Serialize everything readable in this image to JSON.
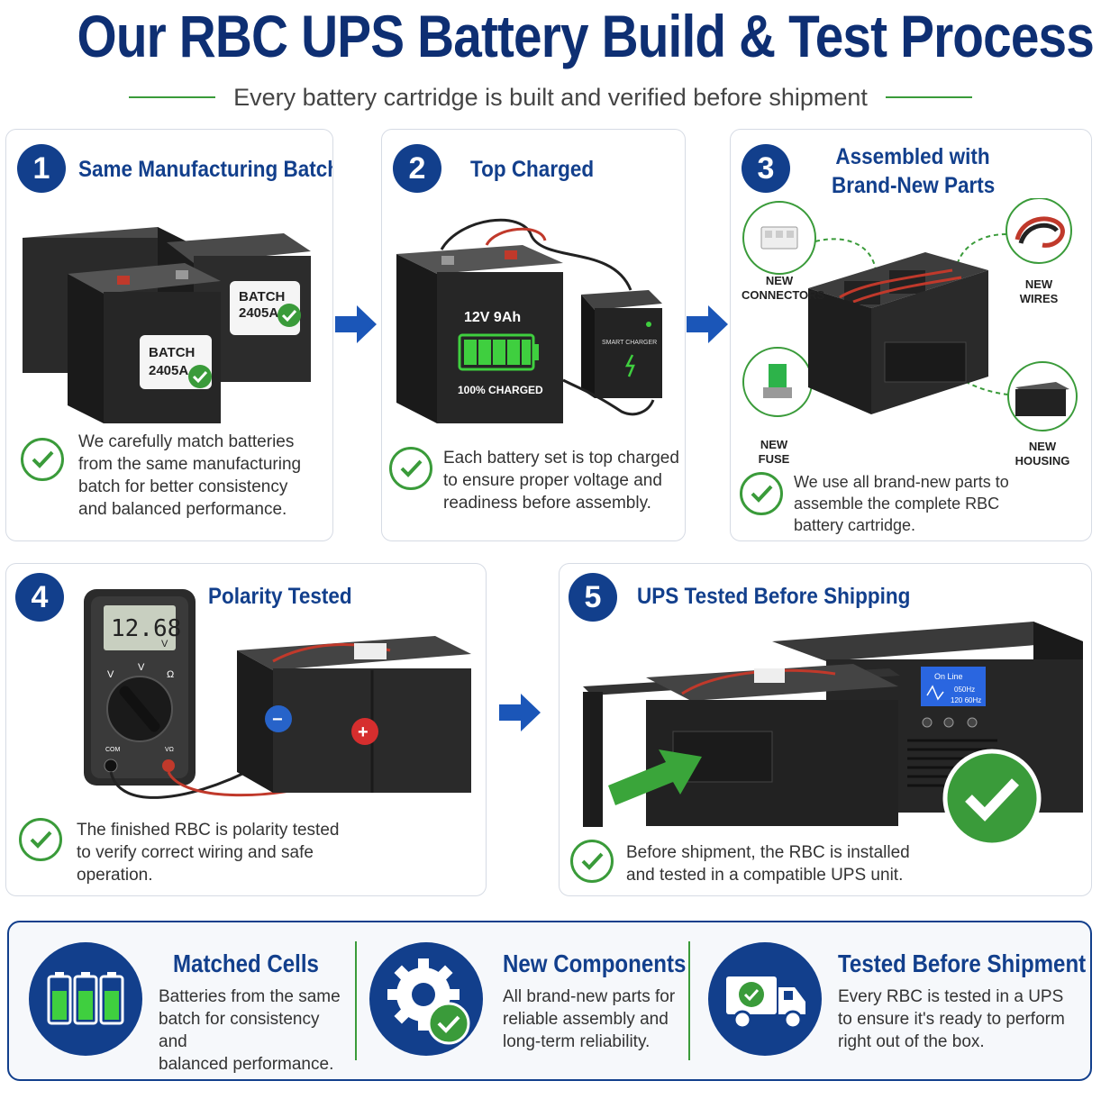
{
  "header": {
    "title": "Our RBC UPS Battery Build & Test Process",
    "subtitle": "Every battery cartridge is built and verified before shipment"
  },
  "steps": [
    {
      "number": "1",
      "title": "Same Manufacturing Batch",
      "batch_label_1": "BATCH",
      "batch_code_1": "2405A",
      "batch_label_2": "BATCH",
      "batch_code_2": "2405A",
      "description_lines": [
        "We carefully match batteries",
        "from the same manufacturing",
        "batch for better consistency",
        "and balanced performance."
      ]
    },
    {
      "number": "2",
      "title": "Top Charged",
      "battery_rating": "12V  9Ah",
      "charge_status": "100% CHARGED",
      "charger_label": "SMART CHARGER",
      "description_lines": [
        "Each battery set is top charged",
        "to ensure proper voltage and",
        "readiness before assembly."
      ]
    },
    {
      "number": "3",
      "title_lines": [
        "Assembled with",
        "Brand-New Parts"
      ],
      "parts": {
        "connectors": [
          "NEW",
          "CONNECTORS"
        ],
        "wires": [
          "NEW",
          "WIRES"
        ],
        "fuse": [
          "NEW",
          "FUSE"
        ],
        "housing": [
          "NEW",
          "HOUSING"
        ]
      },
      "description_lines": [
        "We use all brand-new parts to",
        "assemble the complete RBC",
        "battery cartridge."
      ]
    },
    {
      "number": "4",
      "title": "Polarity Tested",
      "meter_reading": "12.68",
      "meter_unit": "V",
      "dial_labels": {
        "v1": "V",
        "v2": "V",
        "omega": "Ω",
        "com": "COM",
        "vo": "VΩ"
      },
      "terminal_negative": "−",
      "terminal_positive": "+",
      "description_lines": [
        "The finished RBC is polarity tested",
        "to verify correct wiring and safe",
        "operation."
      ]
    },
    {
      "number": "5",
      "title": "UPS Tested Before Shipping",
      "ups_screen_status": "On Line",
      "ups_screen_line1": "050Hz",
      "ups_screen_line2": "120  60Hz",
      "description_lines": [
        "Before shipment, the RBC is installed",
        "and tested in a compatible UPS unit."
      ]
    }
  ],
  "features": [
    {
      "title": "Matched Cells",
      "description_lines": [
        "Batteries from the same",
        "batch for consistency and",
        "balanced performance."
      ]
    },
    {
      "title": "New Components",
      "description_lines": [
        "All brand-new parts for",
        "reliable assembly and",
        "long-term reliability."
      ]
    },
    {
      "title": "Tested Before Shipment",
      "description_lines": [
        "Every RBC is tested in a UPS",
        "to ensure it's ready to perform",
        "right out of the box."
      ]
    }
  ],
  "colors": {
    "brand_blue": "#123f8c",
    "title_blue": "#0e2f73",
    "accent_green": "#3a9b3a",
    "arrow_blue": "#1b56b8"
  }
}
